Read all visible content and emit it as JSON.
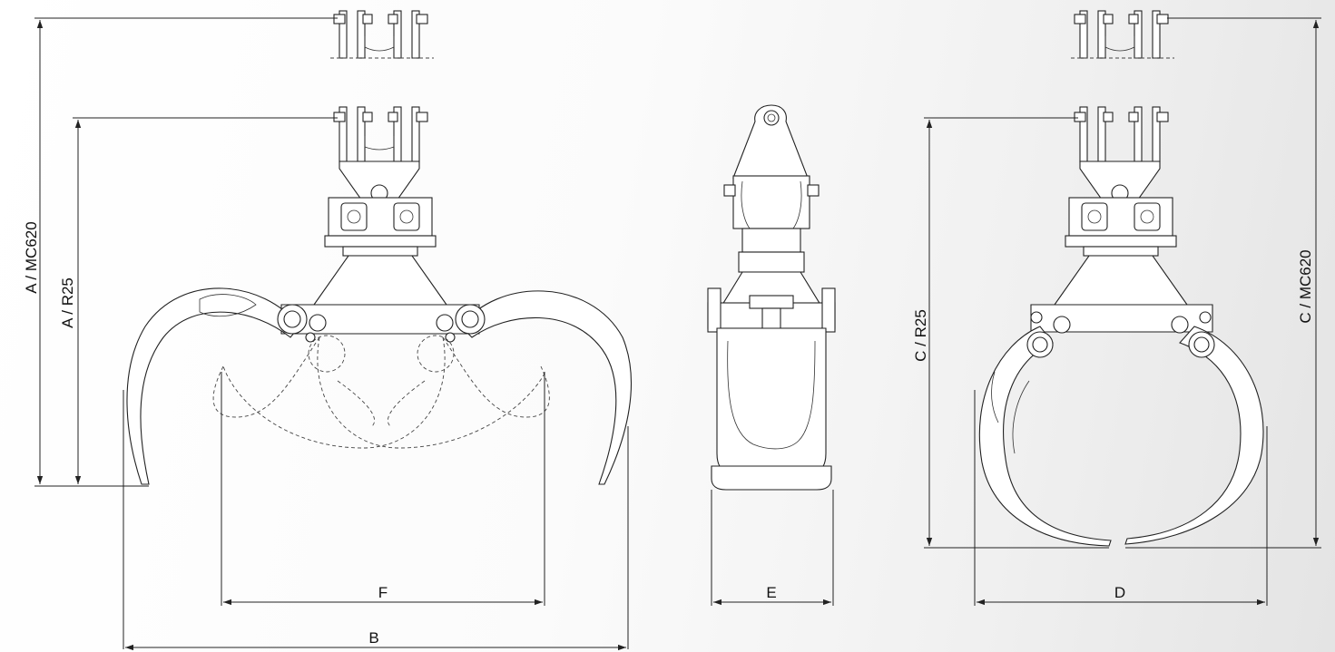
{
  "dimensions": {
    "a_mc620": "A / MC620",
    "a_r25": "A / R25",
    "b": "B",
    "c_r25": "C / R25",
    "c_mc620": "C / MC620",
    "d": "D",
    "e": "E",
    "f": "F"
  },
  "colors": {
    "line": "#222222",
    "background": "#f4f4f4"
  }
}
